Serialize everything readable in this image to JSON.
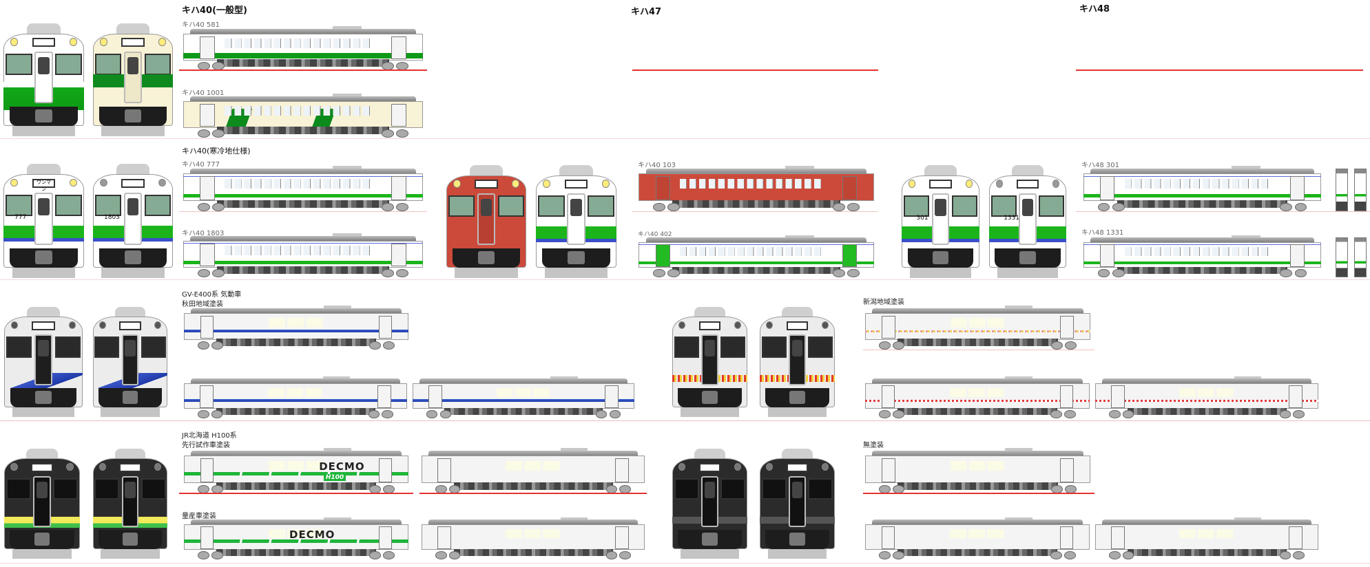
{
  "kiha40_general": {
    "title": "キハ40(一般型)",
    "cars": [
      "キハ40 581",
      "キハ40 1001"
    ]
  },
  "kiha47": {
    "title": "キハ47"
  },
  "kiha48": {
    "title": "キハ48"
  },
  "kiha40_cold": {
    "title": "キハ40(寒冷地仕様)",
    "cars": [
      "キハ40 777",
      "キハ40 1803"
    ],
    "front_sign": "ワンマン",
    "front_numbers": [
      "777",
      "1803"
    ]
  },
  "kiha47_cars": {
    "cars": [
      "キハ40 103",
      "キハ40 402"
    ]
  },
  "kiha48_cars": {
    "cars": [
      "キハ48 301",
      "キハ48 1331"
    ],
    "front_numbers": [
      "301",
      "1331"
    ]
  },
  "gv_e400": {
    "title": "GV-E400系 気動車",
    "liveries": [
      "秋田地域塗装",
      "新潟地域塗装"
    ]
  },
  "h100": {
    "title": "JR北海道 H100系",
    "liveries": [
      "先行試作車塗装",
      "量産車塗装",
      "無塗装"
    ],
    "logo": "DECMO",
    "logo_sub": "H100"
  },
  "colors": {
    "rail": "#e53030",
    "green": "#1bb51b",
    "blue": "#3a55c8",
    "red": "#cc4a3a",
    "cream": "#f8f2d6"
  }
}
